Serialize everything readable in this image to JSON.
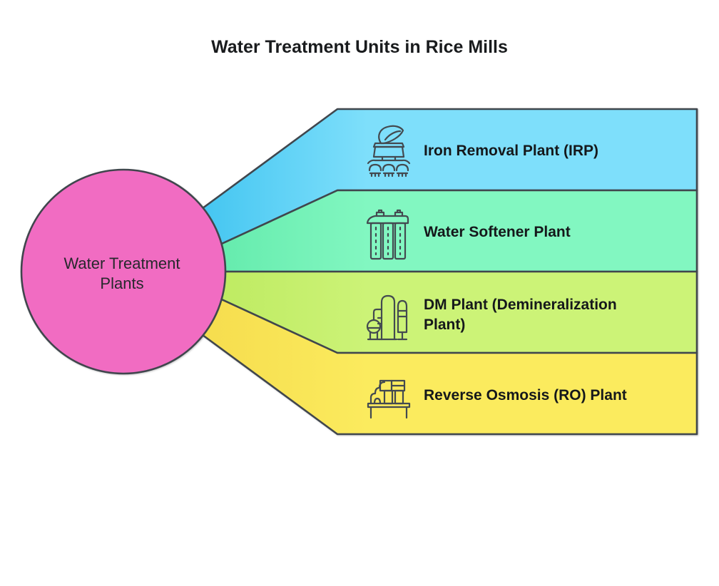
{
  "title": "Water Treatment Units in Rice Mills",
  "diagram": {
    "center_node": {
      "label_lines": [
        "Water Treatment",
        "Plants"
      ],
      "fill": "#f16cc2"
    },
    "bands": [
      {
        "label_lines": [
          "Iron Removal Plant (IRP)"
        ],
        "icon": "iron-removal-plant-icon",
        "fill": "#7edffb",
        "fill_deep": "#45c6f1"
      },
      {
        "label_lines": [
          "Water Softener Plant"
        ],
        "icon": "water-softener-plant-icon",
        "fill": "#82f7c1",
        "fill_deep": "#62eaab"
      },
      {
        "label_lines": [
          "DM Plant (Demineralization",
          "Plant)"
        ],
        "icon": "dm-plant-icon",
        "fill": "#ccf377",
        "fill_deep": "#bdea60"
      },
      {
        "label_lines": [
          "Reverse Osmosis (RO) Plant"
        ],
        "icon": "reverse-osmosis-plant-icon",
        "fill": "#fbeb5e",
        "fill_deep": "#f6dd4e"
      }
    ]
  },
  "colors": {
    "outline": "#40464d",
    "icon_stroke": "#434a50",
    "title_text": "#191b1d",
    "label_text": "#15181b",
    "background": "#ffffff"
  }
}
